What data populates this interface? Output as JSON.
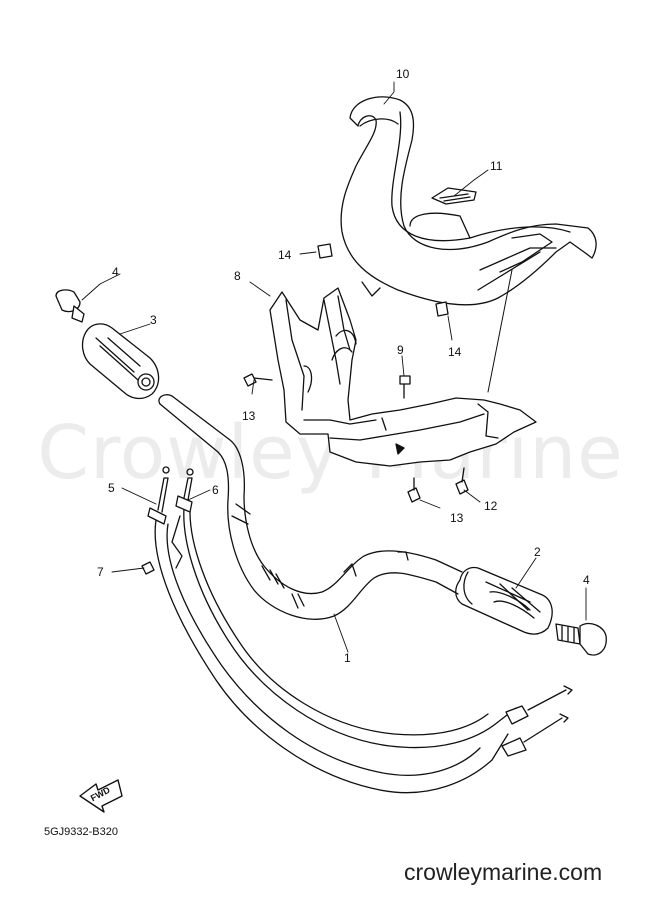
{
  "watermark": "Crowley Marine",
  "diagram_code": "5GJ9332-B320",
  "site_url": "crowleymarine.com",
  "fwd_label": "FWD",
  "callouts": {
    "c1": "1",
    "c2": "2",
    "c3": "3",
    "c4_left": "4",
    "c4_right": "4",
    "c5": "5",
    "c6": "6",
    "c7": "7",
    "c8": "8",
    "c9": "9",
    "c10": "10",
    "c11": "11",
    "c12": "12",
    "c13_left": "13",
    "c13_right": "13",
    "c14_left": "14",
    "c14_right": "14"
  }
}
